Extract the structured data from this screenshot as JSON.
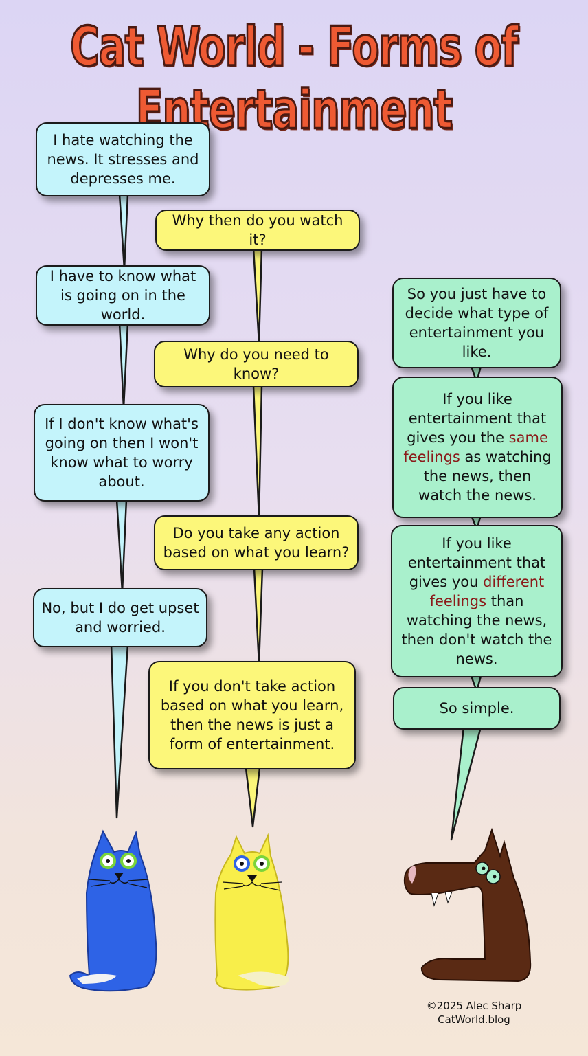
{
  "title": "Cat World - Forms of Entertainment",
  "blue_bubbles": [
    "I hate watching the news. It stresses and depresses me.",
    "I have to know what is going on in the world.",
    "If I don't know what's going on then I won't know what to worry about.",
    "No, but I do get upset and worried."
  ],
  "yellow_bubbles": [
    "Why then do you watch it?",
    "Why do you need to know?",
    "Do you take any action based on what you learn?",
    "If you don't take action based on what you learn, then the news is just a form of entertainment."
  ],
  "green_bubbles": {
    "b1": "So you just have to decide what type of entertainment you like.",
    "b2_pre": "If you like entertainment that gives you the ",
    "b2_hl": "same feelings",
    "b2_post": " as watching the news, then watch the news.",
    "b3_pre": "If you like entertainment that gives you ",
    "b3_hl": "different feelings",
    "b3_post": " than watching the news, then don't watch the news.",
    "b4": "So simple."
  },
  "credit": {
    "line1": "©2025 Alec Sharp",
    "line2": "CatWorld.blog"
  },
  "colors": {
    "blue_bubble": "#c4f4fb",
    "yellow_bubble": "#fcf77a",
    "green_bubble": "#a9f0cc",
    "blue_cat": "#2e63e6",
    "yellow_cat": "#f8ee4a",
    "dog": "#5a2a14",
    "title": "#ee5a33"
  }
}
